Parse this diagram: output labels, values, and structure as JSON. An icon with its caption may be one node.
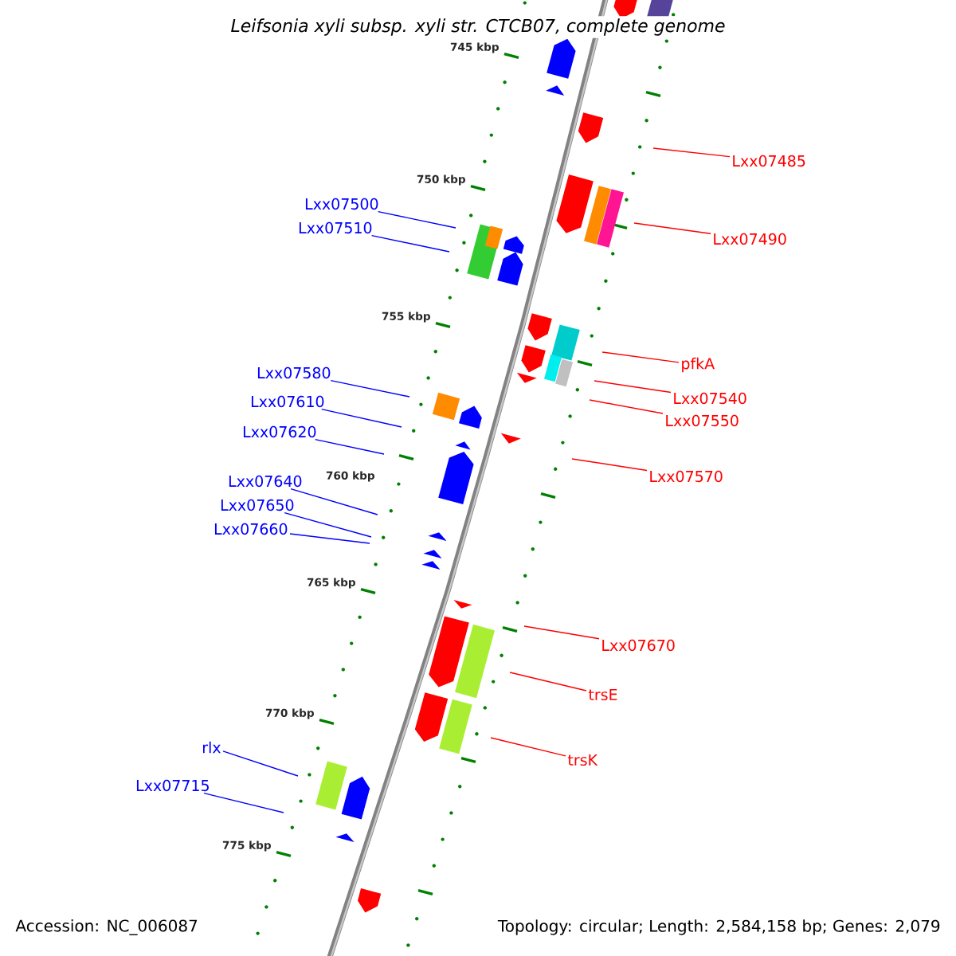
{
  "diagram": {
    "title": "Leifsonia xyli subsp. xyli str. CTCB07, complete genome",
    "nodes": [
      {
        "text": [
          "Lxx07485"
        ]
      },
      {
        "text": [
          "Lxx07500"
        ]
      },
      {
        "text": [
          "Lxx07510"
        ]
      },
      {
        "text": [
          "Lxx07490"
        ]
      },
      {
        "text": [
          "pfkA"
        ]
      },
      {
        "text": [
          "Lxx07580"
        ]
      },
      {
        "text": [
          "Lxx07540"
        ]
      },
      {
        "text": [
          "Lxx07610"
        ]
      },
      {
        "text": [
          "Lxx07550"
        ]
      },
      {
        "text": [
          "Lxx07620"
        ]
      },
      {
        "text": [
          "Lxx07570"
        ]
      },
      {
        "text": [
          "Lxx07640"
        ]
      },
      {
        "text": [
          "Lxx07650"
        ]
      },
      {
        "text": [
          "Lxx07660"
        ]
      },
      {
        "text": [
          "Lxx07670"
        ]
      },
      {
        "text": [
          "trsE"
        ]
      },
      {
        "text": [
          "rlx"
        ]
      },
      {
        "text": [
          "trsK"
        ]
      },
      {
        "text": [
          "Lxx07715"
        ]
      }
    ],
    "edges": [
      {
        "from": 0,
        "to": null,
        "arrow": "none",
        "color": "#ff0000"
      },
      {
        "from": 1,
        "to": null,
        "arrow": "none"
      },
      {
        "from": 2,
        "to": null,
        "arrow": "none"
      },
      {
        "from": 3,
        "to": null,
        "arrow": "none",
        "color": "#ff0000"
      },
      {
        "from": 4,
        "to": null,
        "arrow": "none",
        "color": "#ff0000"
      },
      {
        "from": 5,
        "to": null,
        "arrow": "none"
      },
      {
        "from": 6,
        "to": null,
        "arrow": "none",
        "color": "#ff0000"
      },
      {
        "from": 7,
        "to": null,
        "arrow": "none"
      },
      {
        "from": 8,
        "to": null,
        "arrow": "none",
        "color": "#ff0000"
      },
      {
        "from": 9,
        "to": null,
        "arrow": "none"
      },
      {
        "from": 10,
        "to": null,
        "arrow": "none",
        "color": "#ff0000"
      },
      {
        "from": 11,
        "to": null,
        "arrow": "none"
      },
      {
        "from": 12,
        "to": null,
        "arrow": "none"
      },
      {
        "from": 13,
        "to": null,
        "arrow": "none"
      },
      {
        "from": 14,
        "to": null,
        "arrow": "none",
        "color": "#ff0000"
      },
      {
        "from": 15,
        "to": null,
        "arrow": "none",
        "color": "#ff0000"
      },
      {
        "from": 16,
        "to": null,
        "arrow": "none"
      },
      {
        "from": 17,
        "to": null,
        "arrow": "none",
        "color": "#ff0000"
      },
      {
        "from": 18,
        "to": null,
        "arrow": "none"
      }
    ],
    "labels": [
      "745 kbp",
      "750 kbp",
      "755 kbp",
      "760 kbp",
      "765 kbp",
      "770 kbp",
      "775 kbp",
      "Accession: NC_006087",
      "Topology: circular; Length: 2,584,158 bp; Genes: 2,079"
    ]
  }
}
